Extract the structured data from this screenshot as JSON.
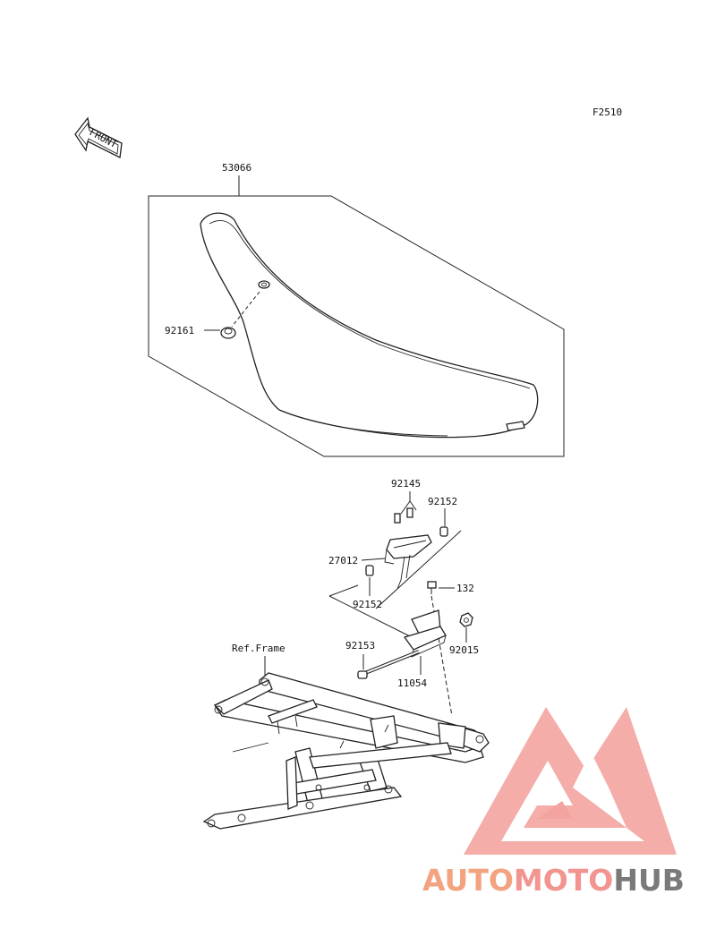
{
  "figure_code": "F2510",
  "front_arrow_label": "FRONT",
  "ref_label": "Ref.Frame",
  "callouts": {
    "seat": "53066",
    "seat_cap": "92161",
    "spring": "92145",
    "pin_upper": "92152",
    "hinge": "27012",
    "pin_lower": "92152",
    "bolt_small": "132",
    "rod": "92153",
    "nut": "92015",
    "bracket": "11054"
  },
  "watermark": {
    "part1": "AUTO",
    "part2": "MOTO",
    "part3": "HUB",
    "colors": {
      "accent": "#f3a37f",
      "primary": "#f29490",
      "dark": "#7a7a7a",
      "logo": "#f29a96"
    }
  }
}
